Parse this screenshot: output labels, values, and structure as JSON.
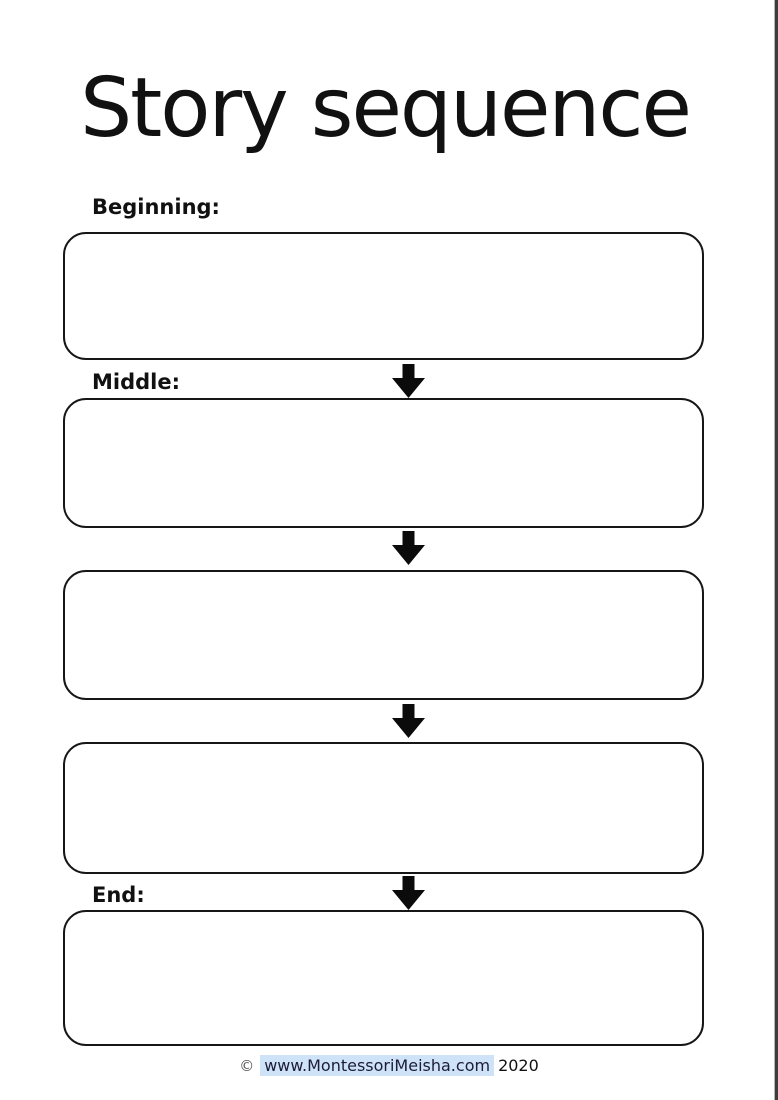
{
  "title": "Story sequence",
  "labels": {
    "beginning": "Beginning:",
    "middle": "Middle:",
    "end": "End:"
  },
  "structure": {
    "writing_box_count": 5,
    "down_arrow_count": 4
  },
  "footer": {
    "copyright": "©",
    "url": "www.MontessoriMeisha.com",
    "year": "2020"
  },
  "colors": {
    "ink": "#111111",
    "box_border": "#161616",
    "link_highlight": "#cfe3f8",
    "link_text": "#1c1c3a",
    "page_edge": "#3c3c3c"
  }
}
